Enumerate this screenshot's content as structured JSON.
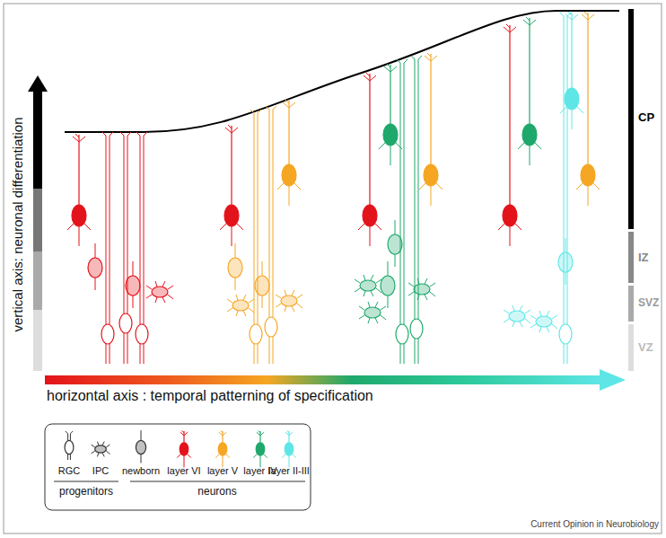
{
  "diagram": {
    "labels": [
      "CP",
      "IZ",
      "SVZ",
      "VZ",
      "vertical axis: neuronal differentiation",
      "horizontal axis : temporal patterning of specification",
      "progenitors",
      "neurons",
      "Current Opinion in Neurobiology"
    ],
    "legend": [
      {
        "text": "RGC"
      },
      {
        "text": "IPC"
      },
      {
        "text": "newborn"
      },
      {
        "text": "layer VI"
      },
      {
        "text": "layer V"
      },
      {
        "text": "layer IV"
      },
      {
        "text": "layer II-III"
      }
    ]
  }
}
